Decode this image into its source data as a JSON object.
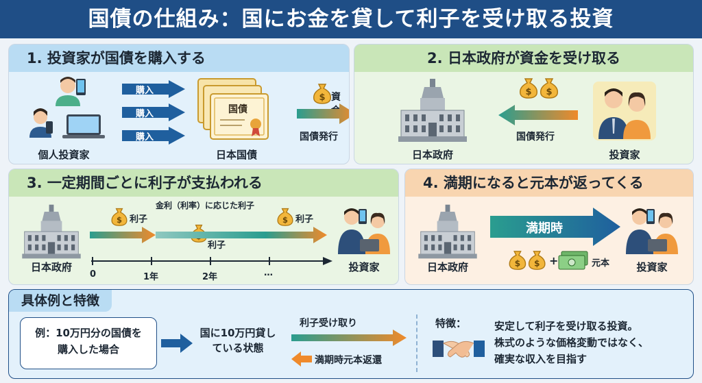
{
  "title": "国債の仕組み：国にお金を貸して利子を受け取る投資",
  "step1": {
    "heading": "1. 投資家が国債を購入する",
    "investor_label": "個人投資家",
    "buy_labels": [
      "購入",
      "購入",
      "購入"
    ],
    "bond_text": "国債",
    "bond_caption": "日本国債",
    "funds_label": "資金",
    "issue_label": "国債発行"
  },
  "step2": {
    "heading": "2. 日本政府が資金を受け取る",
    "gov_label": "日本政府",
    "issue_label": "国債発行",
    "investor_label": "投資家"
  },
  "step3": {
    "heading": "3. 一定期間ごとに利子が支払われる",
    "gov_label": "日本政府",
    "interest_label_1": "利子",
    "interest_label_2": "利子",
    "interest_label_3": "利子",
    "rate_note": "金利（利率）に応じた利子",
    "ticks": [
      "0",
      "1年",
      "2年",
      "…"
    ],
    "investor_label": "投資家"
  },
  "step4": {
    "heading": "4. 満期になると元本が返ってくる",
    "gov_label": "日本政府",
    "maturity_label": "満期時",
    "principal_label": "元本",
    "plus": "+",
    "investor_label": "投資家"
  },
  "example": {
    "heading": "具体例と特徴",
    "example_text": "例：10万円分の国債を購入した場合",
    "lending_text": "国に10万円貸している状態",
    "receive_interest": "利子受け取り",
    "return_principal": "満期時元本返還",
    "feature_label": "特徴：",
    "feature_lines": [
      "安定して利子を受け取る投資。",
      "株式のような価格変動ではなく、",
      "確実な収入を目指す"
    ]
  },
  "colors": {
    "title_bg": "#1f4e86",
    "step1_bg": "#e3f1fb",
    "step1_head": "#b9dcf3",
    "step2_bg": "#eaf5e4",
    "step2_head": "#c9e6b8",
    "step3_bg": "#eaf5e4",
    "step3_head": "#c9e6b8",
    "step4_bg": "#fdf0e3",
    "step4_head": "#f8d5b0",
    "example_bg": "#e3f1fb",
    "arrow_blue": "#1f5f9e",
    "arrow_orange": "#ef8a2b",
    "arrow_teal": "#2a9d8f",
    "gold": "#f2b63b"
  }
}
